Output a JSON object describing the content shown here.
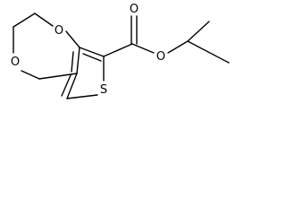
{
  "structure": {
    "atoms": [
      {
        "id": "O1",
        "symbol": "O",
        "label": "O"
      },
      {
        "id": "O2",
        "symbol": "O",
        "label": "O"
      },
      {
        "id": "O3",
        "symbol": "O",
        "label": "O"
      },
      {
        "id": "O4",
        "symbol": "O",
        "label": "O"
      },
      {
        "id": "S1",
        "symbol": "S",
        "label": "S"
      }
    ],
    "colors": {
      "bond": "#000000",
      "label": "#000000",
      "background": "#ffffff"
    }
  }
}
